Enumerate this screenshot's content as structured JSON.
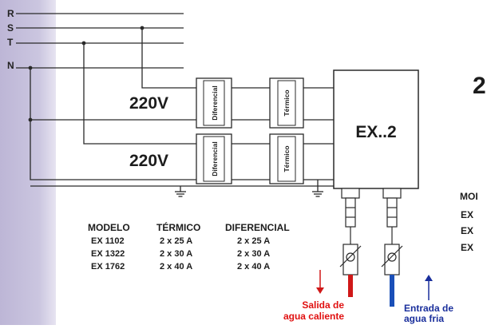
{
  "phases": {
    "r": "R",
    "s": "S",
    "t": "T",
    "n": "N"
  },
  "voltages": {
    "top": "220V",
    "bottom": "220V"
  },
  "devices": {
    "diferencial": "Diferencial",
    "termico": "Térmico",
    "heater": "EX..2"
  },
  "table": {
    "headers": [
      "MODELO",
      "TÉRMICO",
      "DIFERENCIAL"
    ],
    "rows": [
      [
        "EX 1102",
        "2 x 25 A",
        "2 x 25 A"
      ],
      [
        "EX 1322",
        "2 x 30 A",
        "2 x 30 A"
      ],
      [
        "EX 1762",
        "2 x 40 A",
        "2 x 40 A"
      ]
    ]
  },
  "outlets": {
    "hot_line1": "Salida de",
    "hot_line2": "agua caliente",
    "cold_line1": "Entrada de",
    "cold_line2": "agua fria"
  },
  "partial": {
    "big_digit": "2",
    "table_head": "MOI",
    "row1": "EX",
    "row2": "EX",
    "row3": "EX"
  },
  "colors": {
    "panel": "#c9c3de",
    "wire": "#2a2a2a",
    "hot": "#d01818",
    "cold": "#1a4fb8",
    "hot_text": "#e01010",
    "cold_text": "#1a2f9c"
  }
}
